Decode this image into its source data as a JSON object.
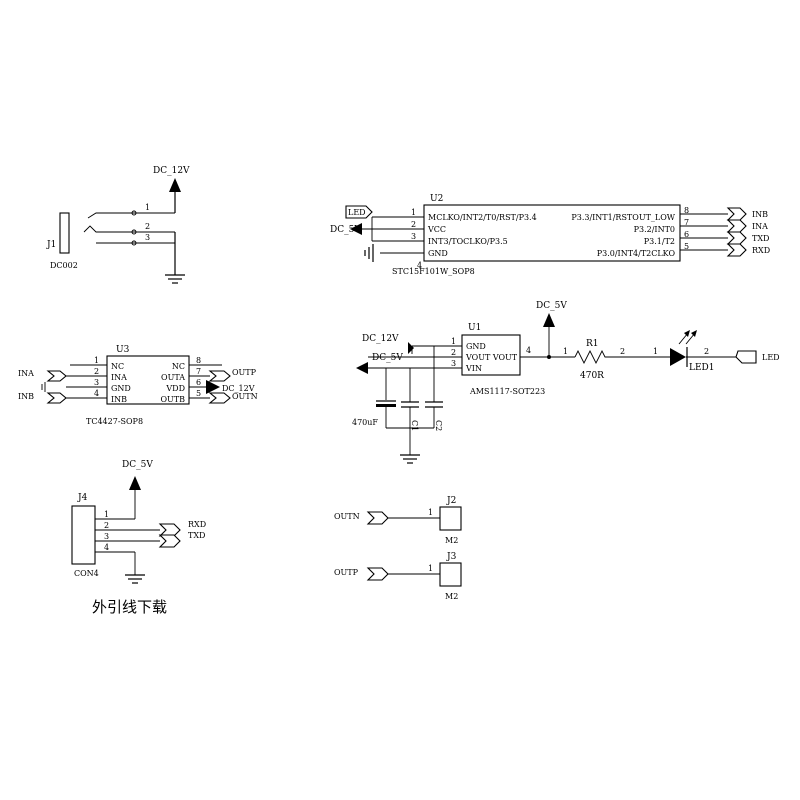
{
  "power": {
    "j1_dc12v": "DC_12V",
    "u2_dc5v": "DC_5V",
    "u1_dc12v": "DC_12V",
    "u1_dc5v_in": "DC_5V",
    "u1_dc5v_out": "DC_5V",
    "j4_dc5v": "DC_5V"
  },
  "j1": {
    "ref": "J1",
    "value": "DC002",
    "pins": [
      "1",
      "2",
      "3"
    ]
  },
  "u2": {
    "ref": "U2",
    "value": "STC15F101W_SOP8",
    "pin_bottom": "4",
    "left_pins": [
      {
        "num": "1",
        "name": "MCLKO/INT2/T0/RST/P3.4"
      },
      {
        "num": "2",
        "name": "VCC"
      },
      {
        "num": "3",
        "name": "INT3/TOCLKO/P3.5"
      },
      {
        "num": "",
        "name": "GND"
      }
    ],
    "right_pins": [
      {
        "num": "8",
        "name": "P3.3/INT1/RSTOUT_LOW"
      },
      {
        "num": "7",
        "name": "P3.2/INT0"
      },
      {
        "num": "6",
        "name": "P3.1/T2"
      },
      {
        "num": "5",
        "name": "P3.0/INT4/T2CLKO"
      }
    ],
    "left_net": "LED",
    "right_nets": [
      "INB",
      "INA",
      "TXD",
      "RXD"
    ]
  },
  "u3": {
    "ref": "U3",
    "value": "TC4427-SOP8",
    "left_pins": [
      {
        "num": "1",
        "name": "NC"
      },
      {
        "num": "2",
        "name": "INA"
      },
      {
        "num": "3",
        "name": "GND"
      },
      {
        "num": "4",
        "name": "INB"
      }
    ],
    "right_pins": [
      {
        "num": "8",
        "name": "NC"
      },
      {
        "num": "7",
        "name": "OUTA"
      },
      {
        "num": "6",
        "name": "VDD"
      },
      {
        "num": "5",
        "name": "OUTB"
      }
    ],
    "nets": {
      "ina": "INA",
      "inb": "INB",
      "outp": "OUTP",
      "dc12v": "DC_12V",
      "outn": "OUTN"
    }
  },
  "u1": {
    "ref": "U1",
    "value": "AMS1117-SOT223",
    "pins": [
      {
        "num": "1",
        "name": "GND"
      },
      {
        "num": "2",
        "name": "VOUT VOUT"
      },
      {
        "num": "3",
        "name": "VIN"
      }
    ],
    "pin_out": "4",
    "cap_value": "470uF",
    "cap_refs": [
      "C1",
      "C2"
    ]
  },
  "r1": {
    "ref": "R1",
    "value": "470R",
    "pins": [
      "1",
      "2"
    ]
  },
  "led1": {
    "ref": "LED1",
    "pins": [
      "1",
      "2"
    ],
    "net": "LED"
  },
  "j4": {
    "ref": "J4",
    "value": "CON4",
    "pins": [
      "1",
      "2",
      "3",
      "4"
    ],
    "nets": [
      "RXD",
      "TXD"
    ],
    "caption": "外引线下载"
  },
  "j2": {
    "ref": "J2",
    "value": "M2",
    "pin": "1",
    "net": "OUTN"
  },
  "j3": {
    "ref": "J3",
    "value": "M2",
    "pin": "1",
    "net": "OUTP"
  }
}
